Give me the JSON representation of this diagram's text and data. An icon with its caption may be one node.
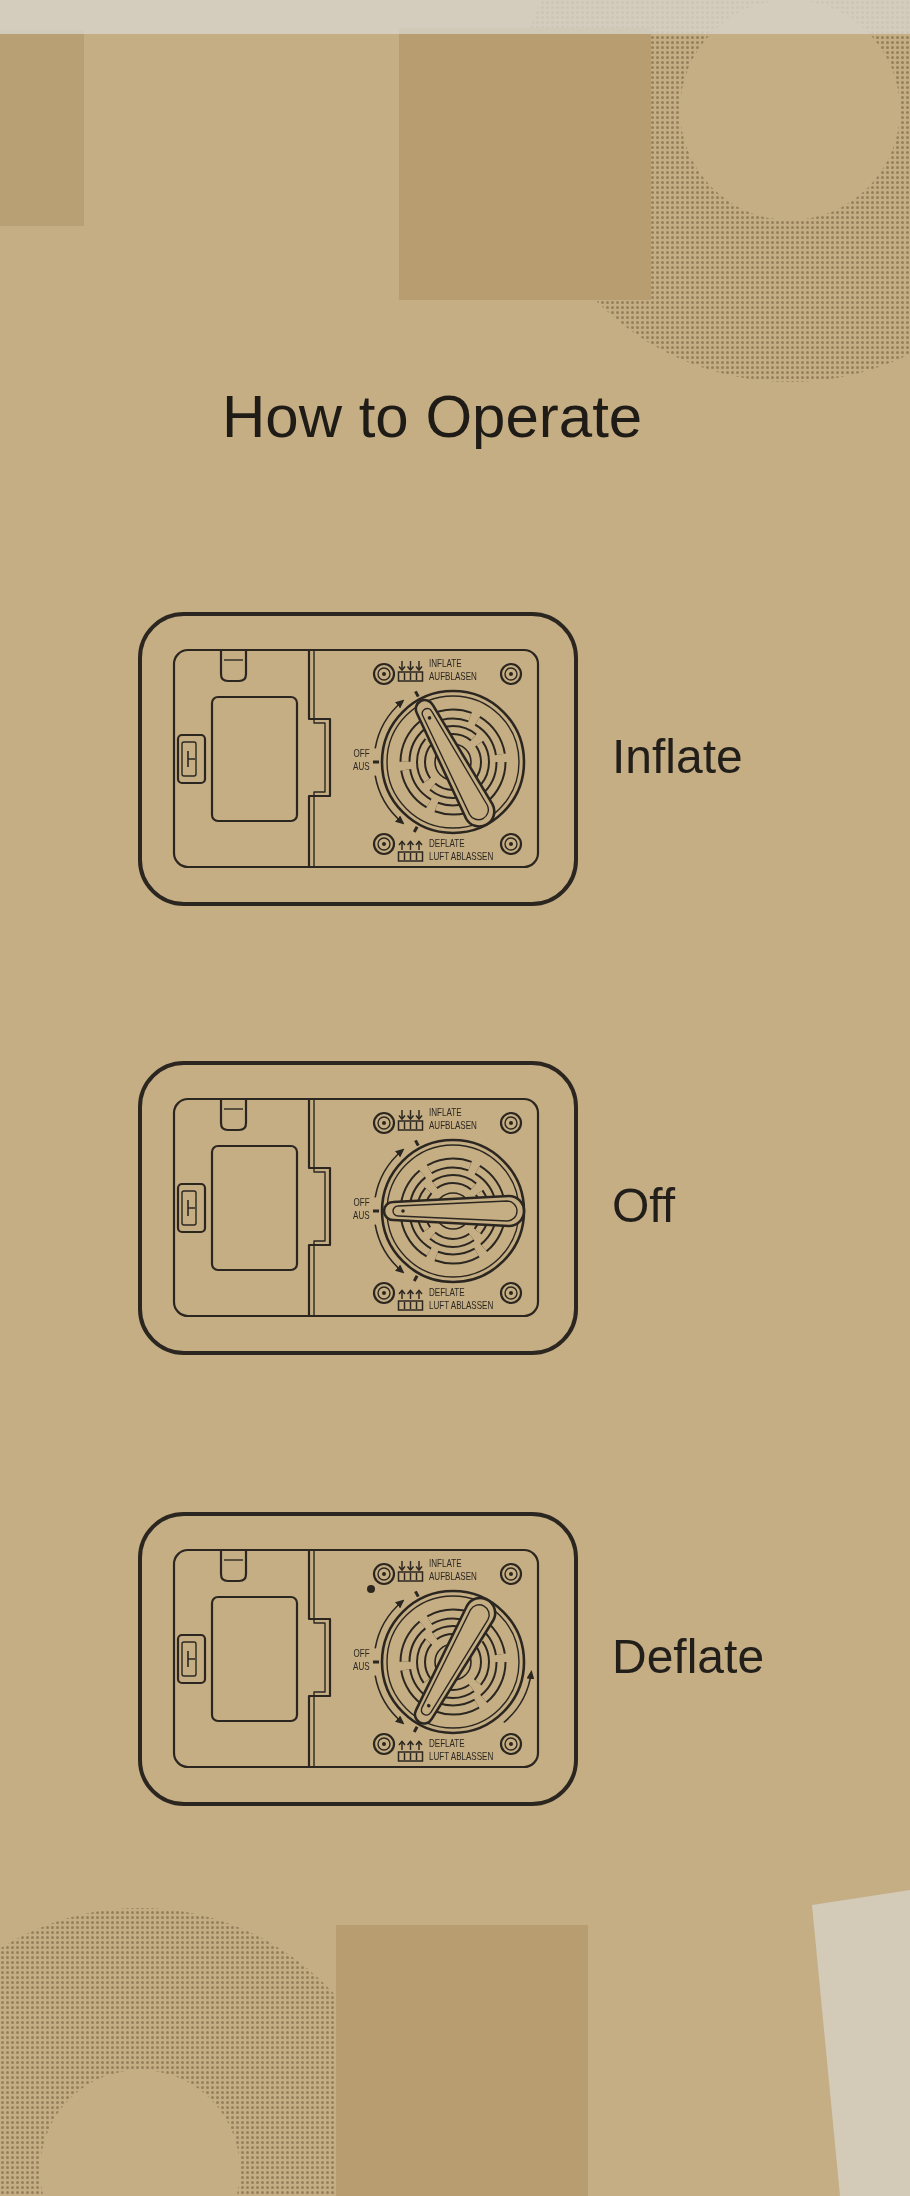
{
  "diagram": {
    "title": "How to Operate",
    "nodes": [
      {
        "text": [
          "INFLATE AUFBLASEN",
          "OFF AUS",
          "DEFLATE LUFT ABLASSEN"
        ],
        "beside": [
          "Inflate"
        ]
      },
      {
        "text": [
          "INFLATE AUFBLASEN",
          "OFF AUS",
          "DEFLATE LUFT ABLASSEN"
        ],
        "beside": [
          "Off"
        ]
      },
      {
        "text": [
          "INFLATE AUFBLASEN",
          "OFF AUS",
          "DEFLATE LUFT ABLASSEN"
        ],
        "beside": [
          "Deflate"
        ]
      }
    ]
  }
}
